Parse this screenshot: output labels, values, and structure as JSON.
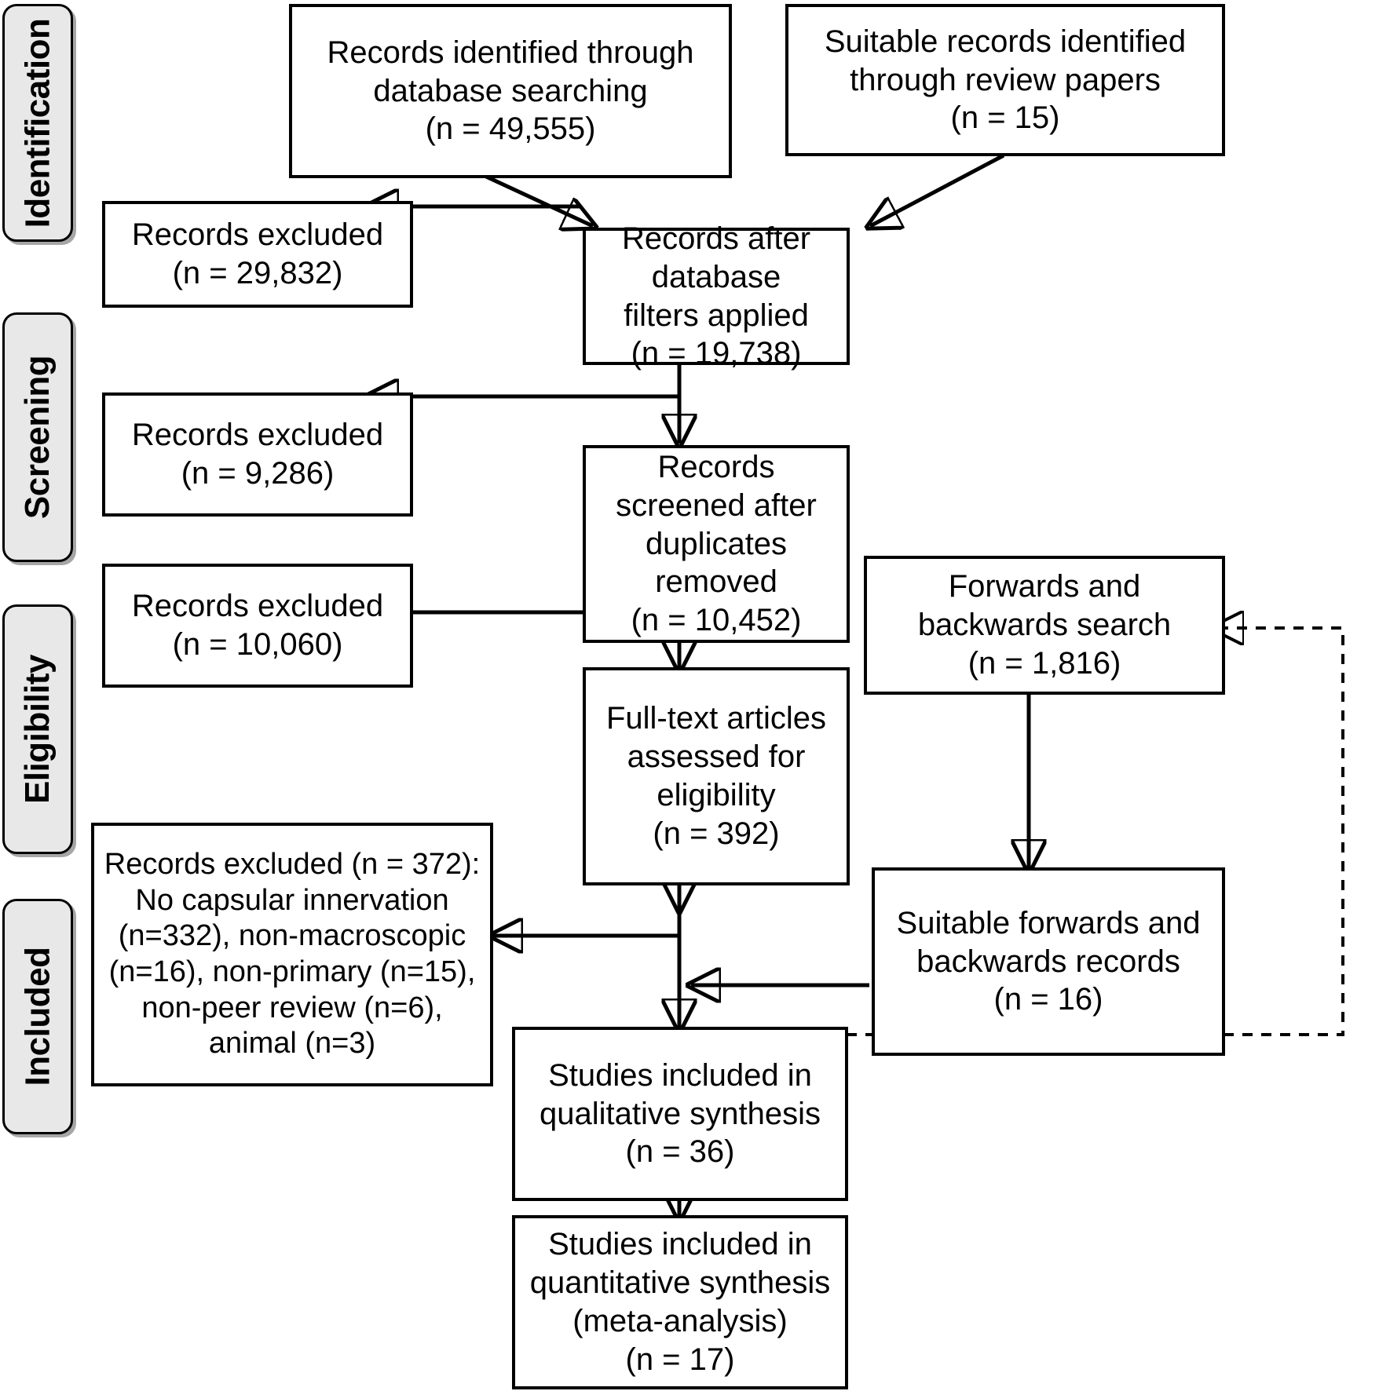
{
  "diagram": {
    "type": "prisma-flow-diagram",
    "title": "PRISMA study selection flow diagram",
    "stages": [
      {
        "id": "identification",
        "label": "Identification"
      },
      {
        "id": "screening",
        "label": "Screening"
      },
      {
        "id": "eligibility",
        "label": "Eligibility"
      },
      {
        "id": "included",
        "label": "Included"
      }
    ],
    "boxes": [
      {
        "id": "records-identified-database",
        "text": "Records identified through\ndatabase searching\n(n = 49,555)",
        "n": 49555
      },
      {
        "id": "suitable-records-review-papers",
        "text": "Suitable records identified\nthrough review papers\n(n = 15)",
        "n": 15
      },
      {
        "id": "records-excluded-identification",
        "text": "Records excluded\n(n = 29,832)",
        "n": 29832
      },
      {
        "id": "records-after-filters",
        "text": "Records after database\nfilters applied\n(n = 19,738)",
        "n": 19738
      },
      {
        "id": "records-excluded-screening",
        "text": "Records excluded\n(n = 9,286)",
        "n": 9286
      },
      {
        "id": "records-screened-duplicates-removed",
        "text": "Records screened after\nduplicates removed\n(n = 10,452)",
        "n": 10452
      },
      {
        "id": "records-excluded-eligibility",
        "text": "Records excluded\n(n = 10,060)",
        "n": 10060
      },
      {
        "id": "forwards-backwards-search",
        "text": "Forwards and\nbackwards search\n(n = 1,816)",
        "n": 1816
      },
      {
        "id": "full-text-articles-assessed",
        "text": "Full-text articles\nassessed for eligibility\n(n = 392)",
        "n": 392
      },
      {
        "id": "records-excluded-reasons",
        "text": "Records excluded (n = 372):\nNo capsular innervation\n(n=332), non-macroscopic\n(n=16), non-primary (n=15),\nnon-peer review (n=6),\nanimal (n=3)",
        "n": 372
      },
      {
        "id": "suitable-forwards-backwards-records",
        "text": "Suitable forwards and\nbackwards records\n(n =  16)",
        "n": 16
      },
      {
        "id": "studies-qualitative-synthesis",
        "text": "Studies included in\nqualitative synthesis\n(n = 36)",
        "n": 36
      },
      {
        "id": "studies-quantitative-synthesis",
        "text": "Studies included in\nquantitative synthesis\n(meta-analysis)\n(n =  17)",
        "n": 17
      }
    ],
    "exclusion_reasons": [
      {
        "reason": "No capsular innervation",
        "n": 332
      },
      {
        "reason": "non-macroscopic",
        "n": 16
      },
      {
        "reason": "non-primary",
        "n": 15
      },
      {
        "reason": "non-peer review",
        "n": 6
      },
      {
        "reason": "animal",
        "n": 3
      }
    ],
    "colors": {
      "stroke": "#000000",
      "box_fill": "#ffffff",
      "stage_fill": "#e8e8e8"
    }
  }
}
